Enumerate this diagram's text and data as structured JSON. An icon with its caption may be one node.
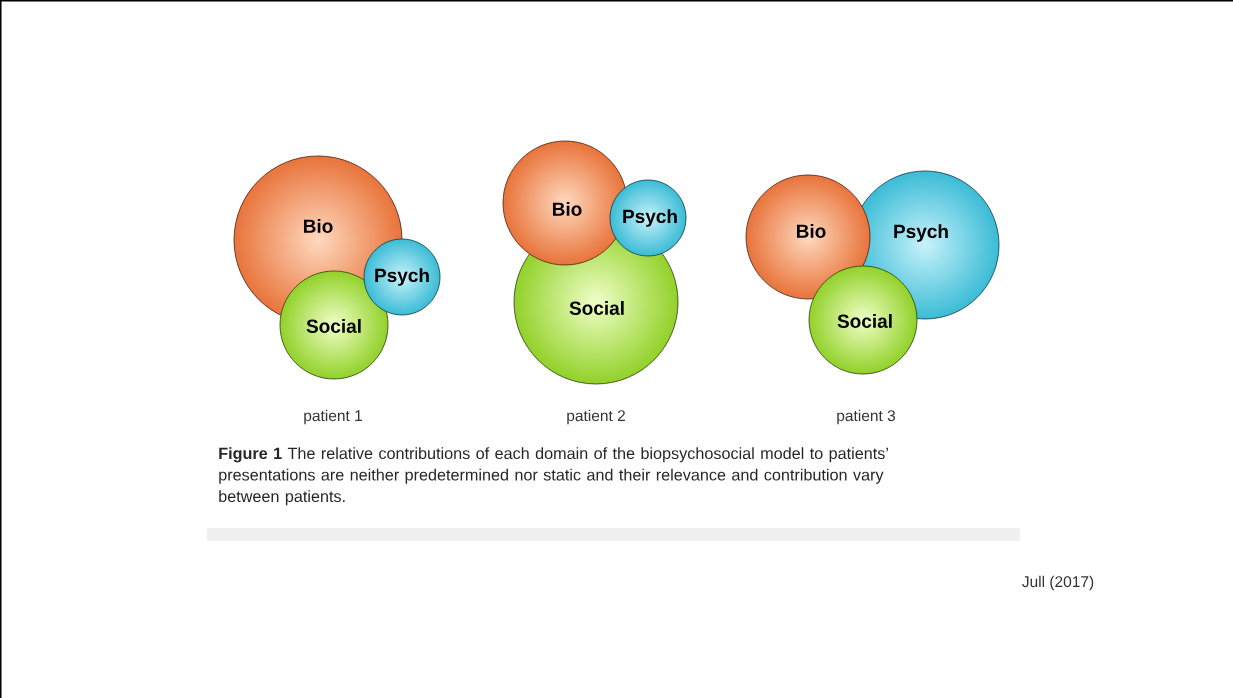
{
  "diagram": {
    "caption": "**Figure 1** The relative contributions of each domain of the biopsychosocial model to patients’ presentations are neither predetermined nor static and their relevance and contribution vary between patients.",
    "nodes": [
      {
        "text": [
          "Bio"
        ]
      },
      {
        "text": [
          "Psych"
        ]
      },
      {
        "text": [
          "Social"
        ]
      },
      {
        "text": [
          "Bio"
        ]
      },
      {
        "text": [
          "Psych"
        ]
      },
      {
        "text": [
          "Social"
        ]
      },
      {
        "text": [
          "Bio"
        ]
      },
      {
        "text": [
          "Psych"
        ]
      },
      {
        "text": [
          "Social"
        ]
      }
    ],
    "labels": [
      "patient 1",
      "patient 2",
      "patient 3",
      "Jull (2017)"
    ]
  }
}
